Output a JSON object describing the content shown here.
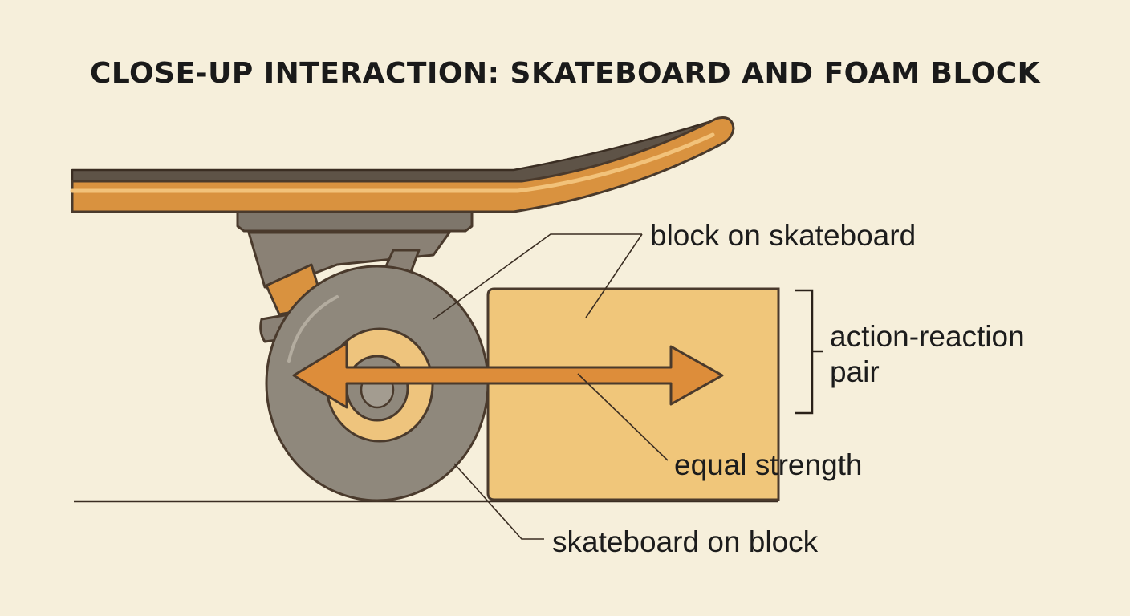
{
  "title": "CLOSE-UP INTERACTION: SKATEBOARD AND FOAM BLOCK",
  "labels": {
    "block_on_skateboard": "block on skateboard",
    "action_reaction_line1": "action-reaction",
    "action_reaction_line2": "pair",
    "equal_strength": "equal strength",
    "skateboard_on_block": "skateboard on block"
  },
  "colors": {
    "background": "#f6efdb",
    "deck_orange": "#d9923f",
    "deck_top": "#5e5347",
    "truck_gray": "#8a8175",
    "wheel_gray": "#8f887c",
    "hub_tan": "#eec47d",
    "block_tan": "#f0c67a",
    "arrow_orange": "#dd8d3a",
    "outline": "#4a3a2c"
  },
  "icons": {
    "skateboard": "skateboard-deck",
    "wheel": "skateboard-wheel",
    "block": "foam-block",
    "arrow": "double-headed-force-arrow",
    "bracket": "right-bracket"
  }
}
